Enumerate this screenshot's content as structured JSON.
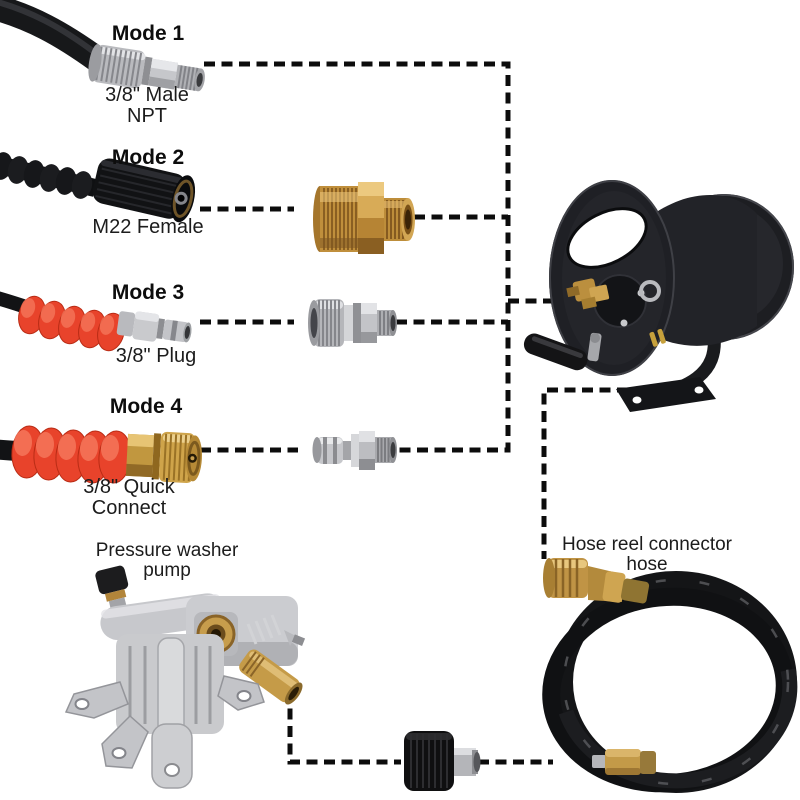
{
  "modes": [
    {
      "title": "Mode 1",
      "caption": "3/8\" Male NPT"
    },
    {
      "title": "Mode 2",
      "caption": "M22 Female"
    },
    {
      "title": "Mode 3",
      "caption": "3/8\" Plug"
    },
    {
      "title": "Mode 4",
      "caption": "3/8\" Quick Connect"
    }
  ],
  "labels": {
    "pump": "Pressure washer pump",
    "connector_hose": "Hose reel connector hose"
  },
  "parts": {
    "mode1_hose": "black-hose-with-3-8-male-npt-steel-fitting",
    "mode2_hose": "black-hose-with-m22-female-fitting",
    "mode3_hose": "red-wrapped-hose-with-3-8-plug",
    "mode4_hose": "red-wrapped-hose-with-3-8-quick-connect-coupler",
    "mode2_adapter": "brass-m22-to-npt-adapter",
    "mode3_adapter": "stainless-quick-connect-coupler",
    "mode4_adapter": "stainless-quick-connect-plug",
    "hose_reel": "black-steel-hose-reel-with-crank",
    "pump": "aluminum-pressure-washer-pump-with-brass-outlet",
    "connector_hose": "coiled-black-connector-hose-with-brass-ends",
    "m22_fitting": "m22-female-fitting-black-grip"
  },
  "colors": {
    "background": "#ffffff",
    "dashed_line": "#0c0c0c",
    "hose_black": "#17181a",
    "hose_red": "#e8432b",
    "brass": "#c49a48",
    "steel": "#b9babe",
    "reel_black": "#212226",
    "pump_silver": "#c9cacd"
  }
}
